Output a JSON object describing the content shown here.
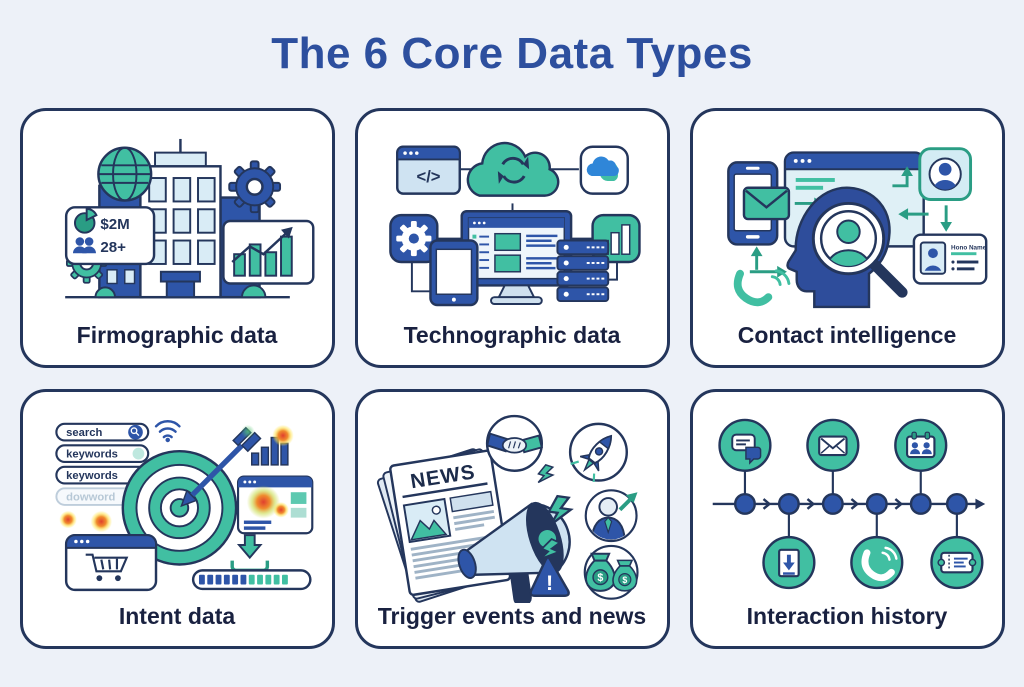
{
  "page": {
    "title": "The 6 Core Data Types"
  },
  "palette": {
    "background": "#edf1f8",
    "card_border": "#24365c",
    "title_blue": "#2d4f9e",
    "caption_navy": "#192140",
    "teal": "#41bfa2",
    "teal_dark": "#2a9d84",
    "blue": "#2e55a8",
    "light_blue": "#d9ecf6",
    "heat_red": "#e03f2e",
    "heat_orange": "#f08c2e"
  },
  "cards": {
    "firmographic": {
      "label": "Firmographic data",
      "stat_revenue": "$2M",
      "stat_employees": "28+",
      "icons": [
        "globe-icon",
        "office-building-icon",
        "gear-icon",
        "pie-chart-icon",
        "people-icon",
        "stats-card-icon",
        "growth-chart-icon"
      ]
    },
    "technographic": {
      "label": "Technographic data",
      "code_glyph": "</>",
      "icons": [
        "code-window-icon",
        "sync-cloud-icon",
        "crm-cloud-icon",
        "gear-icon",
        "analytics-bars-icon",
        "dashboard-monitor-icon",
        "tablet-icon",
        "server-stack-icon"
      ]
    },
    "contact": {
      "label": "Contact intelligence",
      "id_card_name": "Hono Name",
      "icons": [
        "smartphone-icon",
        "email-envelope-icon",
        "browser-window-icon",
        "head-silhouette-icon",
        "magnifier-avatar-icon",
        "profile-avatar-icon",
        "id-card-icon",
        "phone-call-icon",
        "flow-arrow-icon"
      ]
    },
    "intent": {
      "label": "Intent data",
      "search_terms": [
        "search",
        "keywords",
        "keywords",
        "dowword"
      ],
      "icons": [
        "search-bar-icon",
        "wifi-icon",
        "target-arrow-icon",
        "heat-spot-icon",
        "bar-chart-icon",
        "heatmap-window-icon",
        "shopping-cart-window-icon",
        "download-icon",
        "progress-bar-icon"
      ]
    },
    "trigger": {
      "label": "Trigger events and news",
      "news_headline": "NEWS",
      "warning_glyph": "!",
      "money_glyph": "$",
      "icons": [
        "newspaper-icon",
        "megaphone-icon",
        "handshake-icon",
        "rocket-icon",
        "lightning-bolt-icon",
        "promotion-person-icon",
        "warning-triangle-icon",
        "money-bags-icon"
      ]
    },
    "interaction": {
      "label": "Interaction history",
      "icons": [
        "timeline-icon",
        "chat-icon",
        "email-envelope-icon",
        "calendar-meeting-icon",
        "document-download-icon",
        "phone-call-icon",
        "ticket-icon"
      ]
    }
  }
}
